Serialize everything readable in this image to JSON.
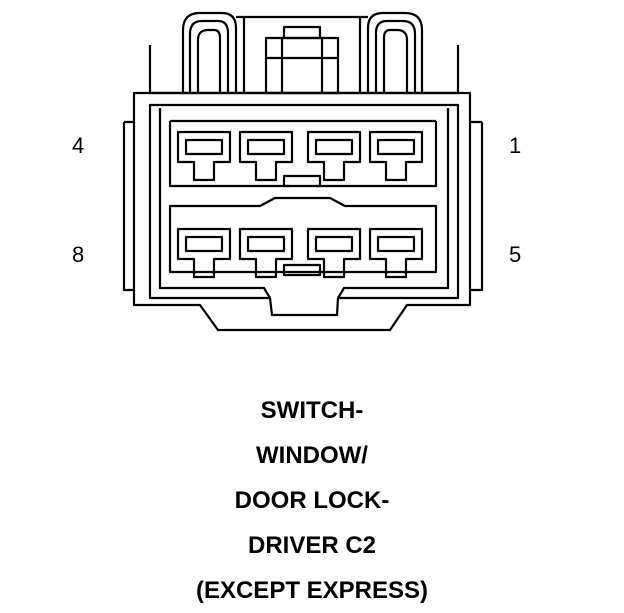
{
  "connector": {
    "pin_labels": {
      "top_left": "4",
      "top_right": "1",
      "bottom_left": "8",
      "bottom_right": "5"
    },
    "caption_lines": [
      "SWITCH-",
      "WINDOW/",
      "DOOR LOCK-",
      "DRIVER C2",
      "(EXCEPT EXPRESS)"
    ]
  },
  "colors": {
    "ink": "#000000",
    "paper": "#ffffff"
  }
}
